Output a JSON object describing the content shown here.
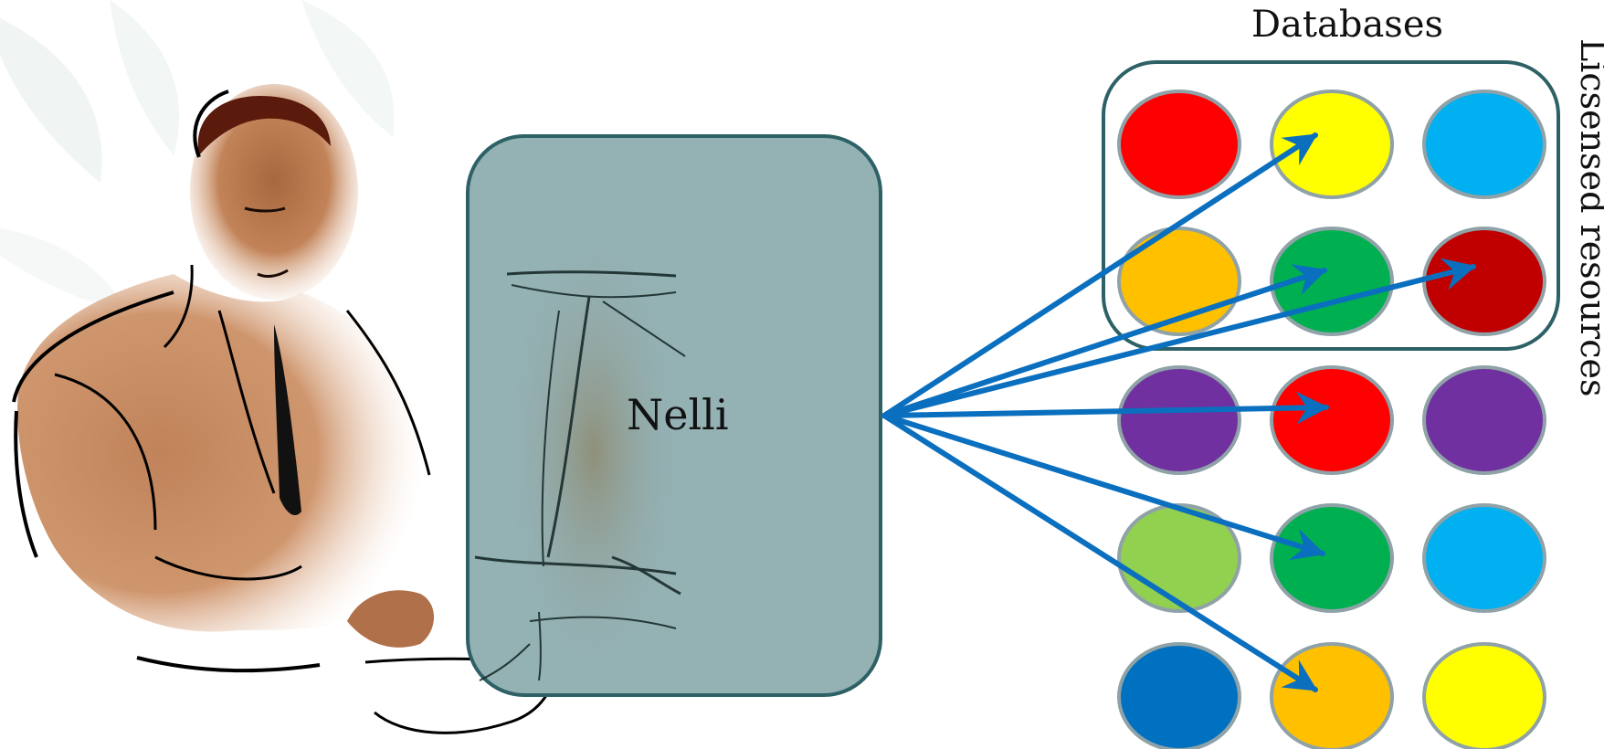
{
  "diagram": {
    "databases_title": "Databases",
    "proxy_label": "Nelli",
    "licensed_label": "Licsensed resources",
    "colors": {
      "proxy_fill": "#94b1b4",
      "proxy_stroke": "#2d6166",
      "group_stroke": "#2d6166",
      "arrow": "#0a6fbe",
      "circle_stroke": "#8fa2a7"
    },
    "icons": [
      "user-at-computer-illustration",
      "background-leaf-watermark"
    ],
    "database_grid": [
      [
        "#ff0000",
        "#ffff00",
        "#00b0f0"
      ],
      [
        "#ffc000",
        "#00b050",
        "#c00000"
      ],
      [
        "#7030a0",
        "#ff0000",
        "#7030a0"
      ],
      [
        "#92d050",
        "#00b050",
        "#00b0f0"
      ],
      [
        "#0070c0",
        "#ffc000",
        "#ffff00"
      ]
    ],
    "licensed_group_rows": [
      0,
      1
    ],
    "arrows": [
      {
        "to_row": 0,
        "to_col": 1
      },
      {
        "to_row": 1,
        "to_col": 1
      },
      {
        "to_row": 1,
        "to_col": 2
      },
      {
        "to_row": 2,
        "to_col": 1
      },
      {
        "to_row": 3,
        "to_col": 1
      },
      {
        "to_row": 4,
        "to_col": 1
      }
    ]
  }
}
